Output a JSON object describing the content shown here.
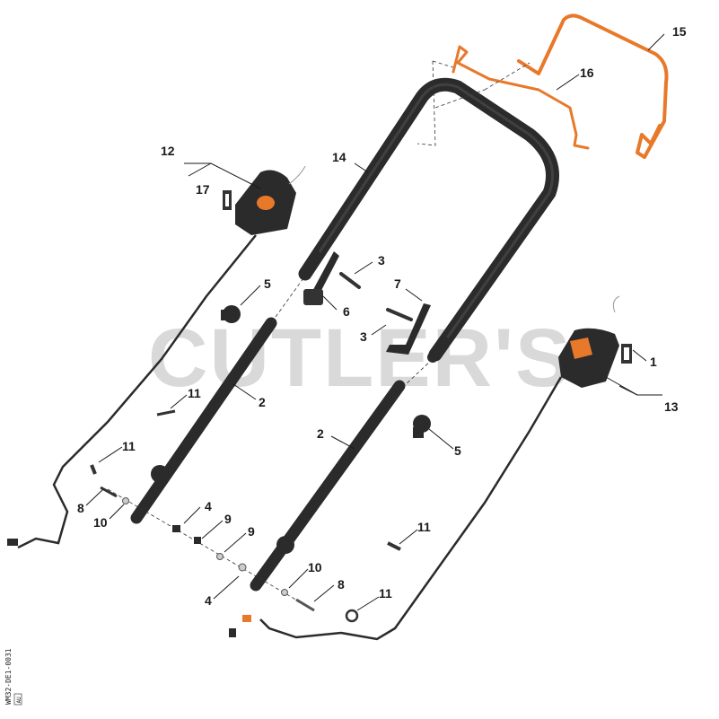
{
  "watermark": "CUTLER'S",
  "drawing_code": "WM32-DE1-0031",
  "drawing_tag": "AU",
  "callouts": {
    "c1": "1",
    "c2a": "2",
    "c2b": "2",
    "c3a": "3",
    "c3b": "3",
    "c4a": "4",
    "c4b": "4",
    "c5a": "5",
    "c5b": "5",
    "c6": "6",
    "c7": "7",
    "c8a": "8",
    "c8b": "8",
    "c9a": "9",
    "c9b": "9",
    "c10a": "10",
    "c10b": "10",
    "c11a": "11",
    "c11b": "11",
    "c11c": "11",
    "c11d": "11",
    "c12": "12",
    "c13": "13",
    "c14": "14",
    "c15": "15",
    "c16": "16",
    "c17": "17"
  },
  "colors": {
    "part_dark": "#2b2b2b",
    "accent_orange": "#e8792b",
    "watermark": "#d9d9d9"
  }
}
